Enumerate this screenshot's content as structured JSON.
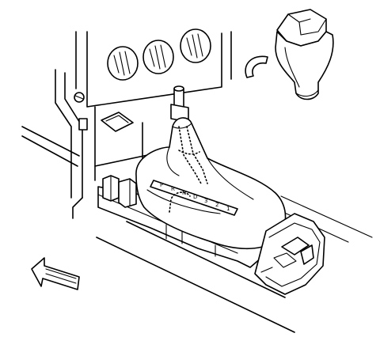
{
  "gear_letters": [
    "P",
    "R",
    "N",
    "D",
    "3",
    "2",
    "1"
  ],
  "colors": {
    "line": "#000000",
    "background": "#ffffff"
  }
}
